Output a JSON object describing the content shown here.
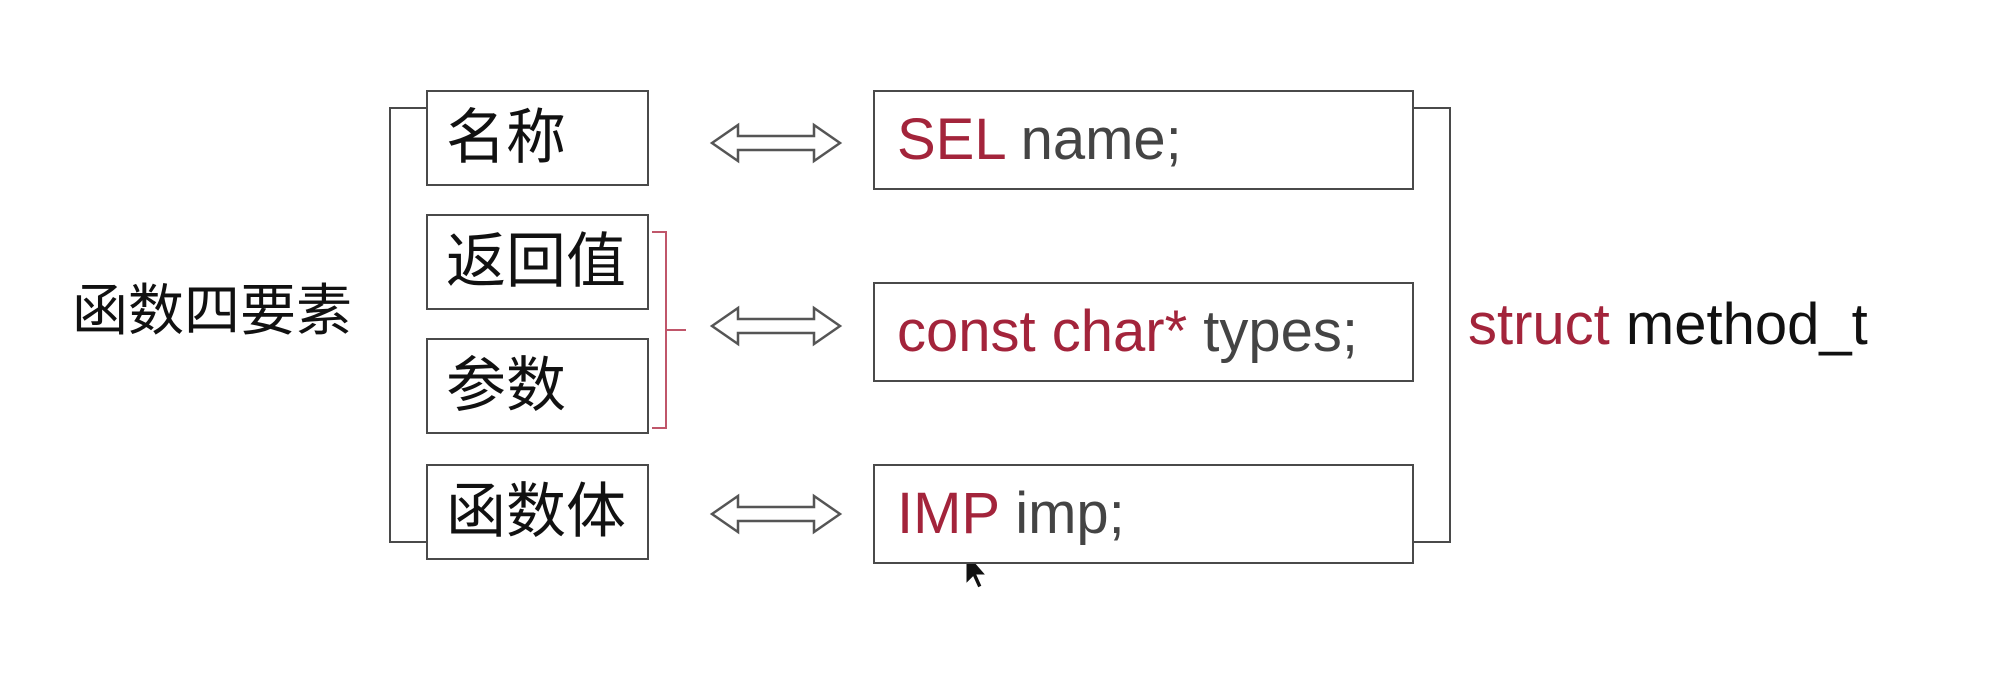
{
  "diagram": {
    "group_label": "函数四要素",
    "elements": [
      {
        "label": "名称"
      },
      {
        "label": "返回值"
      },
      {
        "label": "参数"
      },
      {
        "label": "函数体"
      }
    ],
    "fields": [
      {
        "keyword": "SEL",
        "identifier": " name;"
      },
      {
        "keyword": "const char*",
        "identifier": " types;"
      },
      {
        "keyword": "IMP",
        "identifier": " imp;"
      }
    ],
    "struct": {
      "keyword": "struct",
      "name": " method_t"
    },
    "colors": {
      "keyword": "#a3243b",
      "identifier": "#444444",
      "border": "#4a4a4a",
      "bracket_accent": "#c0566a"
    }
  }
}
